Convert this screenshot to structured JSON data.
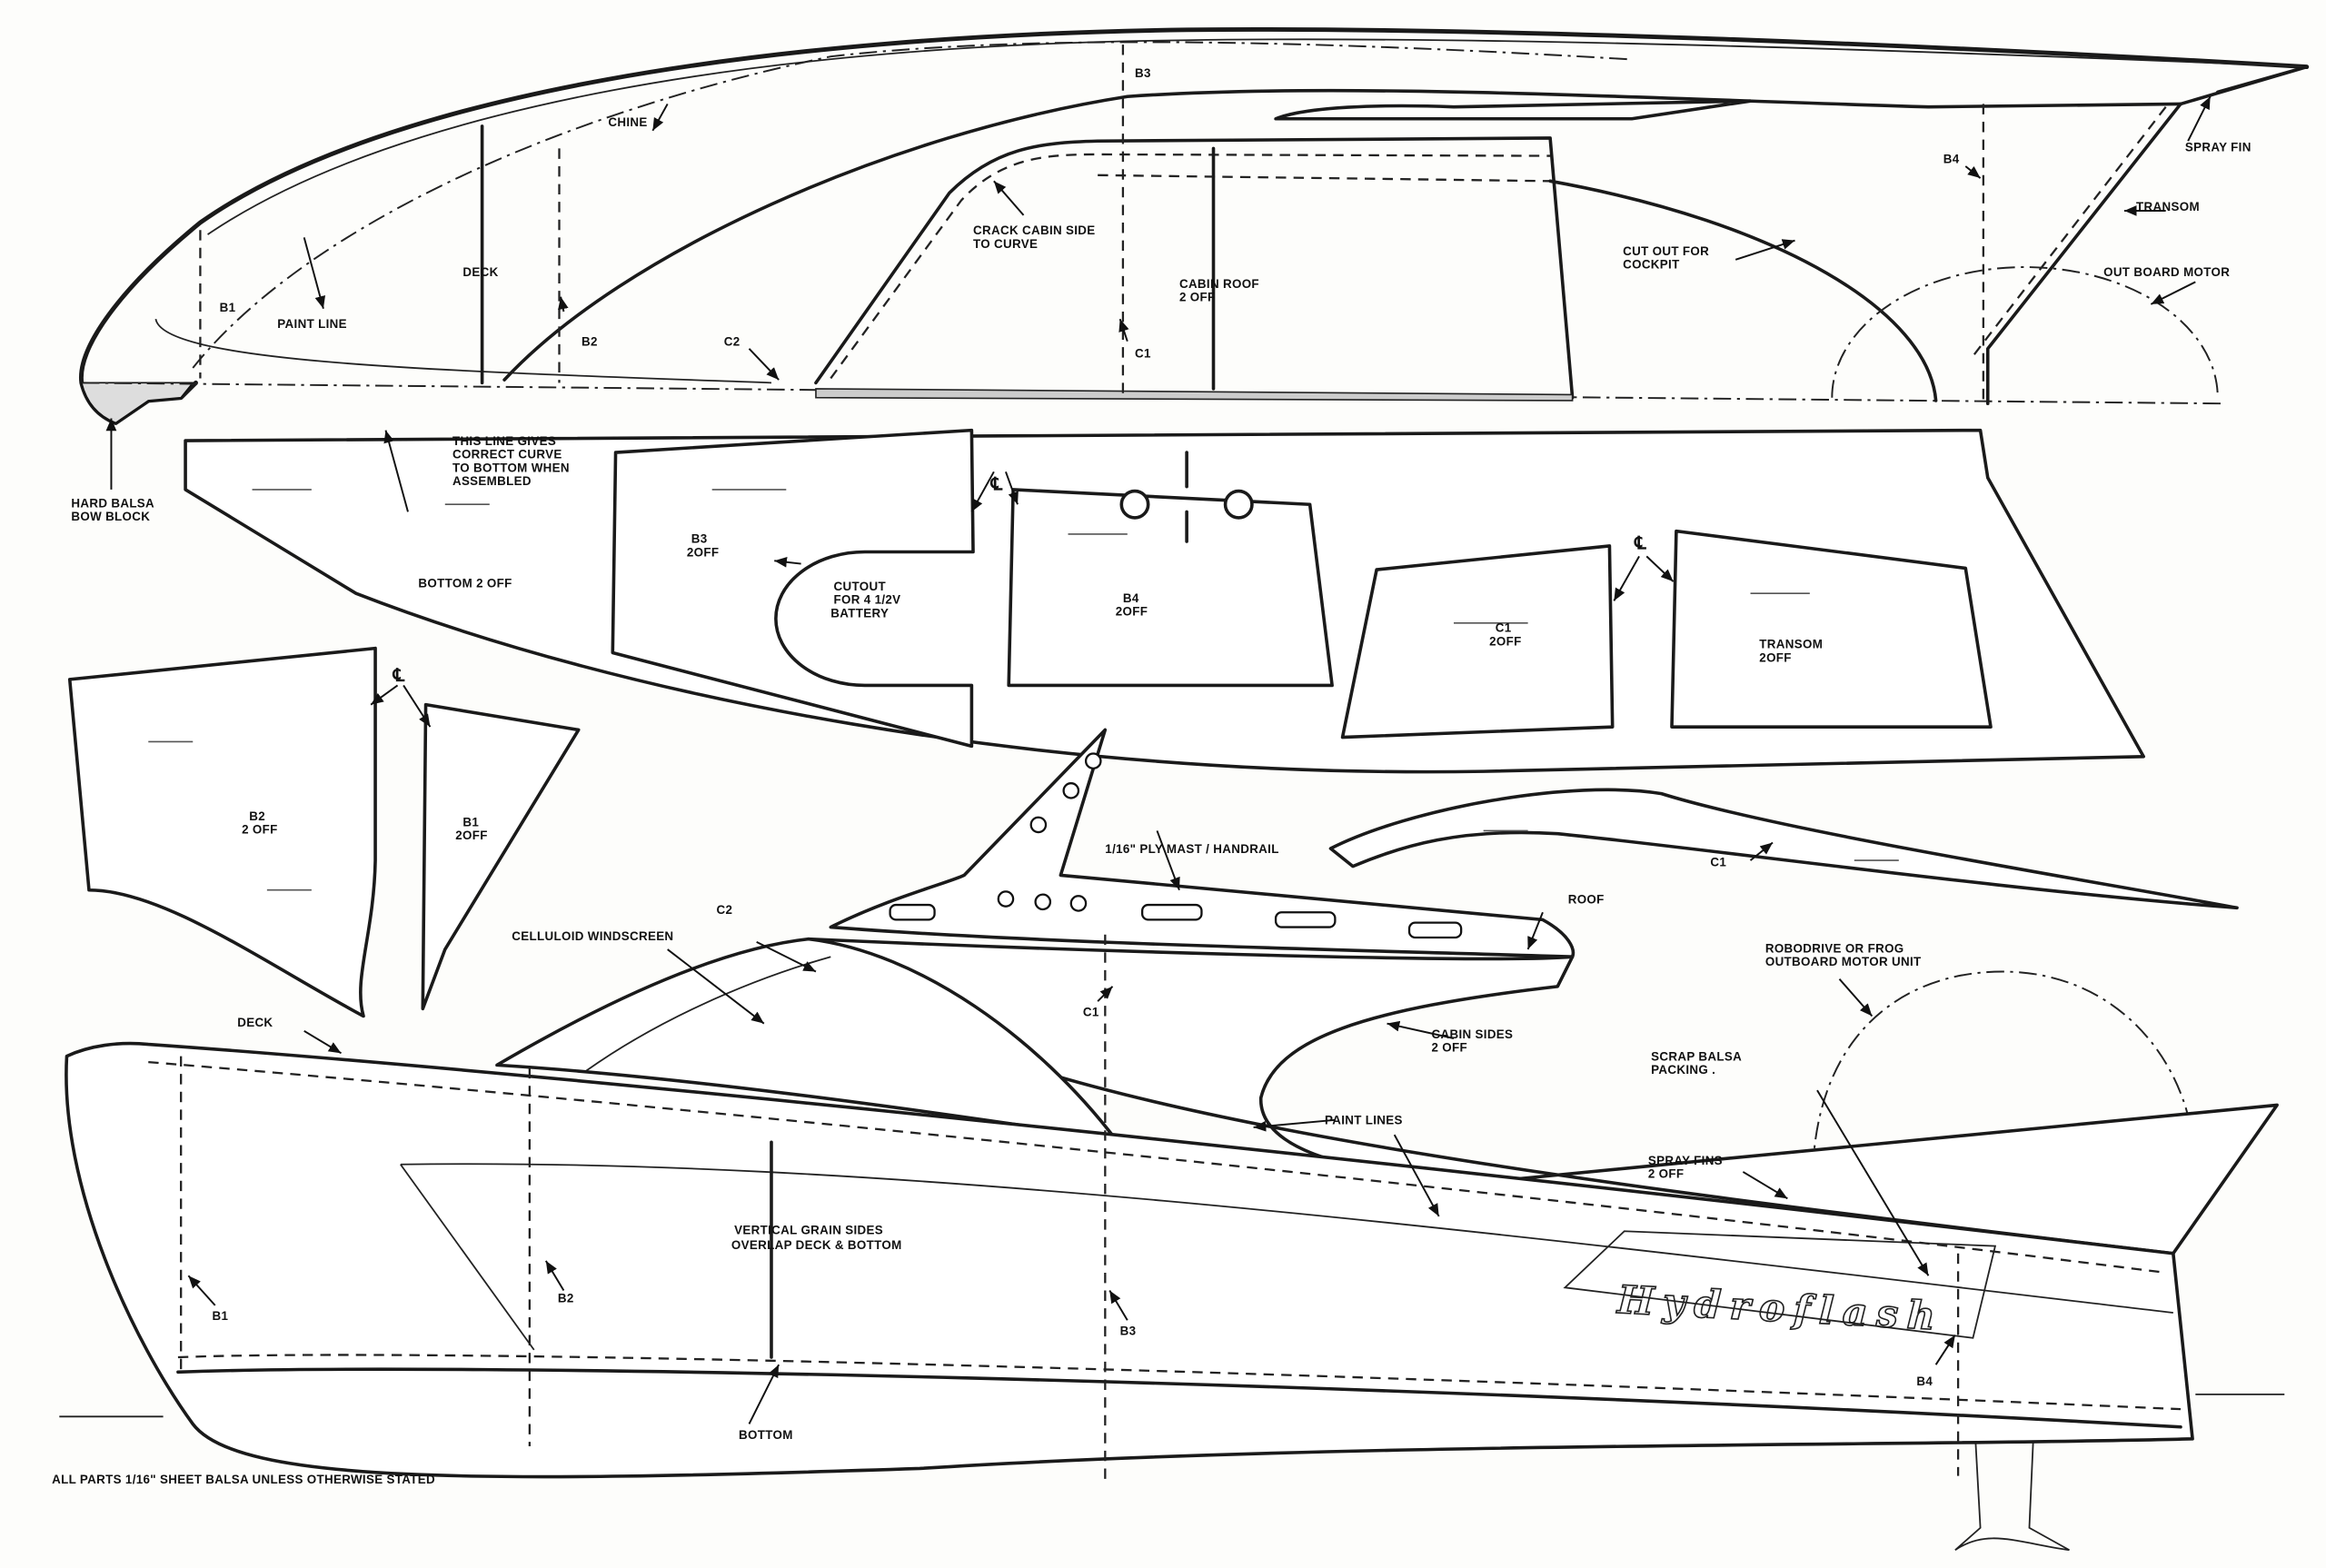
{
  "side_elevation": {
    "chine": "CHINE",
    "b3": "B3",
    "b1": "B1",
    "deck": "DECK",
    "paint_line": "PAINT LINE",
    "b2": "B2",
    "c2": "C2",
    "crack_cabin_side": [
      "CRACK CABIN SIDE",
      "TO CURVE"
    ],
    "cabin_roof": [
      "CABIN ROOF",
      "2 OFF"
    ],
    "c1": "C1",
    "cut_out_cockpit": [
      "CUT OUT FOR",
      "COCKPIT"
    ],
    "b4": "B4",
    "spray_fin": "SPRAY FIN",
    "transom": "TRANSOM",
    "outboard_motor": "OUT BOARD MOTOR",
    "hard_balsa": [
      "HARD BALSA",
      "BOW BLOCK"
    ]
  },
  "parts": {
    "bottom_note": [
      "THIS LINE GIVES",
      "CORRECT CURVE",
      "TO BOTTOM WHEN",
      "ASSEMBLED"
    ],
    "bottom": "BOTTOM  2 OFF",
    "b3": [
      "B3",
      "2OFF"
    ],
    "cutout": [
      "CUTOUT",
      "FOR 4 1/2V",
      "BATTERY"
    ],
    "b4": [
      "B4",
      "2OFF"
    ],
    "c1": [
      "C1",
      "2OFF"
    ],
    "transom": [
      "TRANSOM",
      "2OFF"
    ],
    "b2": [
      "B2",
      "2 OFF"
    ],
    "b1": [
      "B1",
      "2OFF"
    ],
    "centerline": "℄",
    "c1_arc": "C1"
  },
  "assembly": {
    "mast": "1/16\" PLY MAST / HANDRAIL",
    "roof": "ROOF",
    "c2": "C2",
    "windscreen": "CELLULOID WINDSCREEN",
    "robodrive": [
      "ROBODRIVE OR FROG",
      "OUTBOARD MOTOR UNIT"
    ],
    "c1": "C1",
    "cabin_sides": [
      "CABIN SIDES",
      "2 OFF"
    ],
    "deck": "DECK",
    "scrap_balsa": [
      "SCRAP BALSA",
      "PACKING ."
    ],
    "paint_lines": "PAINT LINES",
    "spray_fins": [
      "SPRAY FINS",
      "2 OFF"
    ],
    "vertical_grain": [
      "VERTICAL GRAIN SIDES",
      "OVERLAP DECK & BOTTOM"
    ],
    "b1": "B1",
    "b2": "B2",
    "b3": "B3",
    "b4": "B4",
    "bottom": "BOTTOM",
    "logo_text": "Hydroflash"
  },
  "footer_note": "ALL  PARTS 1/16\" SHEET BALSA UNLESS OTHERWISE STATED"
}
